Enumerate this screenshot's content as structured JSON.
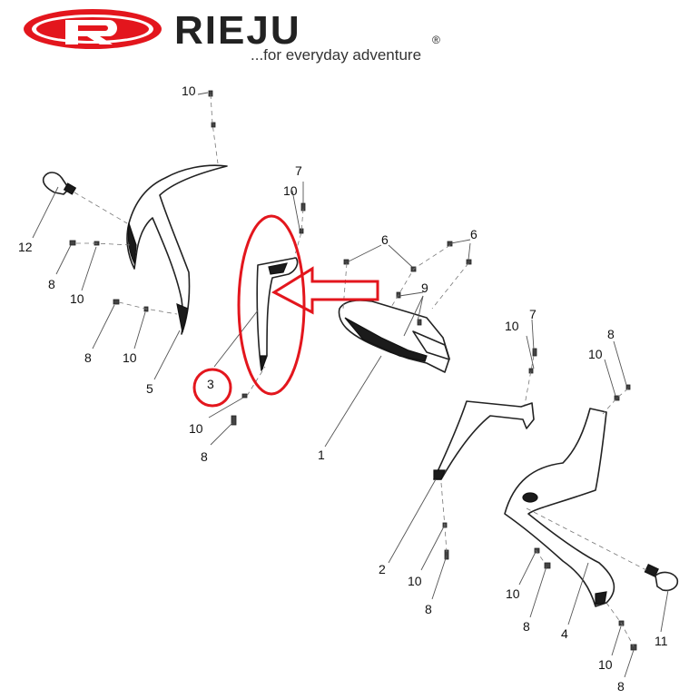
{
  "header": {
    "brand_name": "RIEJU",
    "registered_mark": "®",
    "tagline": "...for everyday adventure",
    "logo_color": "#e3161d"
  },
  "highlight": {
    "color": "#e3161d",
    "target_part": "3"
  },
  "callouts": [
    {
      "id": "c-10-top",
      "text": "10"
    },
    {
      "id": "c-7-mid",
      "text": "7"
    },
    {
      "id": "c-10-mid",
      "text": "10"
    },
    {
      "id": "c-6-left",
      "text": "6"
    },
    {
      "id": "c-6-right",
      "text": "6"
    },
    {
      "id": "c-9",
      "text": "9"
    },
    {
      "id": "c-12",
      "text": "12"
    },
    {
      "id": "c-8-a",
      "text": "8"
    },
    {
      "id": "c-10-a",
      "text": "10"
    },
    {
      "id": "c-8-b",
      "text": "8"
    },
    {
      "id": "c-10-b",
      "text": "10"
    },
    {
      "id": "c-5",
      "text": "5"
    },
    {
      "id": "c-3",
      "text": "3"
    },
    {
      "id": "c-10-c",
      "text": "10"
    },
    {
      "id": "c-8-c",
      "text": "8"
    },
    {
      "id": "c-1",
      "text": "1"
    },
    {
      "id": "c-10-d",
      "text": "10"
    },
    {
      "id": "c-7-right",
      "text": "7"
    },
    {
      "id": "c-8-d",
      "text": "8"
    },
    {
      "id": "c-10-e",
      "text": "10"
    },
    {
      "id": "c-2",
      "text": "2"
    },
    {
      "id": "c-10-f",
      "text": "10"
    },
    {
      "id": "c-8-e",
      "text": "8"
    },
    {
      "id": "c-10-g",
      "text": "10"
    },
    {
      "id": "c-8-f",
      "text": "8"
    },
    {
      "id": "c-4",
      "text": "4"
    },
    {
      "id": "c-11",
      "text": "11"
    },
    {
      "id": "c-10-h",
      "text": "10"
    },
    {
      "id": "c-8-g",
      "text": "8"
    }
  ]
}
